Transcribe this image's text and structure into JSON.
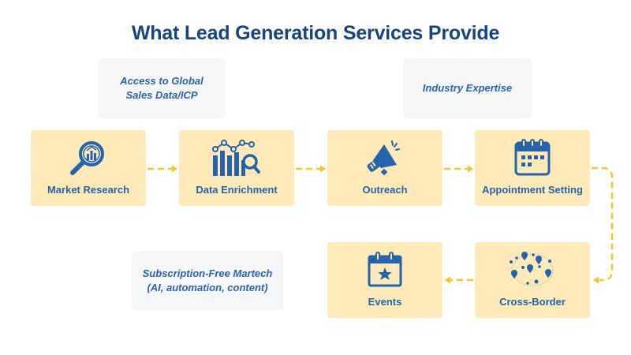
{
  "title": "What Lead Generation Services Provide",
  "colors": {
    "title": "#17467f",
    "accent_blue": "#2563ad",
    "box_fill": "#fdeab8",
    "note_fill": "#f5f6f8",
    "connector": "#f6c526"
  },
  "notes": [
    {
      "id": "global-data",
      "lines": [
        "Access to Global",
        "Sales Data/ICP"
      ]
    },
    {
      "id": "industry-expertise",
      "lines": [
        "Industry Expertise"
      ]
    },
    {
      "id": "martech",
      "lines": [
        "Subscription-Free Martech",
        "(AI, automation, content)"
      ]
    }
  ],
  "steps": [
    {
      "label": "Market Research",
      "icon": "magnifier-chart-icon"
    },
    {
      "label": "Data Enrichment",
      "icon": "bar-chart-search-icon"
    },
    {
      "label": "Outreach",
      "icon": "megaphone-icon"
    },
    {
      "label": "Appointment Setting",
      "icon": "calendar-icon"
    },
    {
      "label": "Cross-Border",
      "icon": "map-pins-network-icon"
    },
    {
      "label": "Events",
      "icon": "calendar-star-icon"
    }
  ]
}
